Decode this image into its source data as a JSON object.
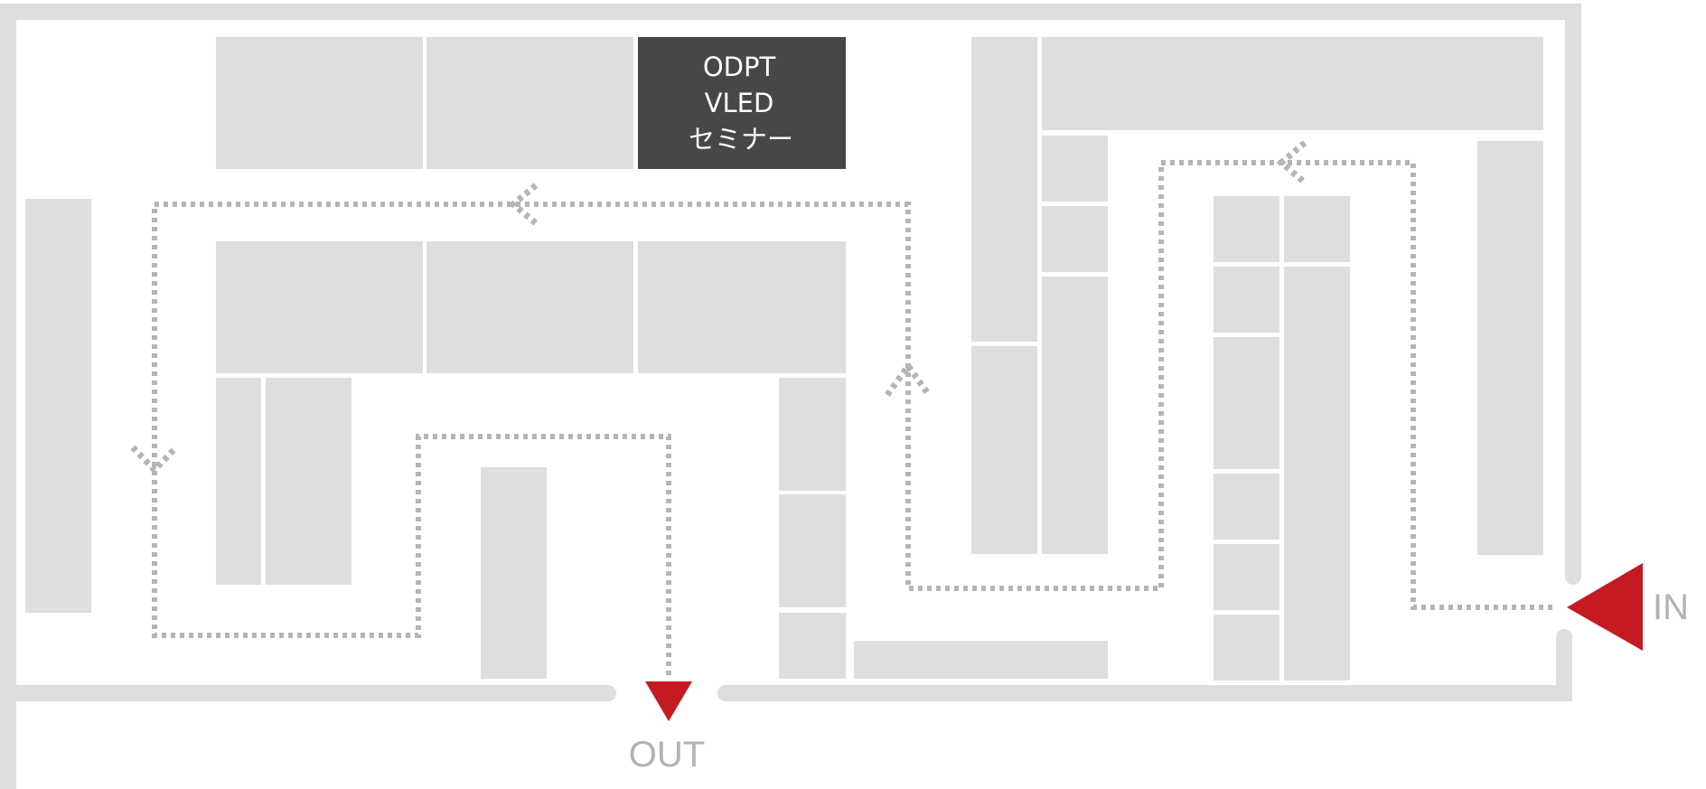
{
  "map": {
    "seminar_lines": [
      "ODPT",
      "VLED",
      "セミナー"
    ],
    "entrance_label": "IN",
    "exit_label": "OUT",
    "colors": {
      "booth": "#dedede",
      "wall": "#dedede",
      "route": "#b5b5b5",
      "seminar_booth": "#474747",
      "marker": "#c41a22",
      "label": "#b3b3b3"
    }
  }
}
